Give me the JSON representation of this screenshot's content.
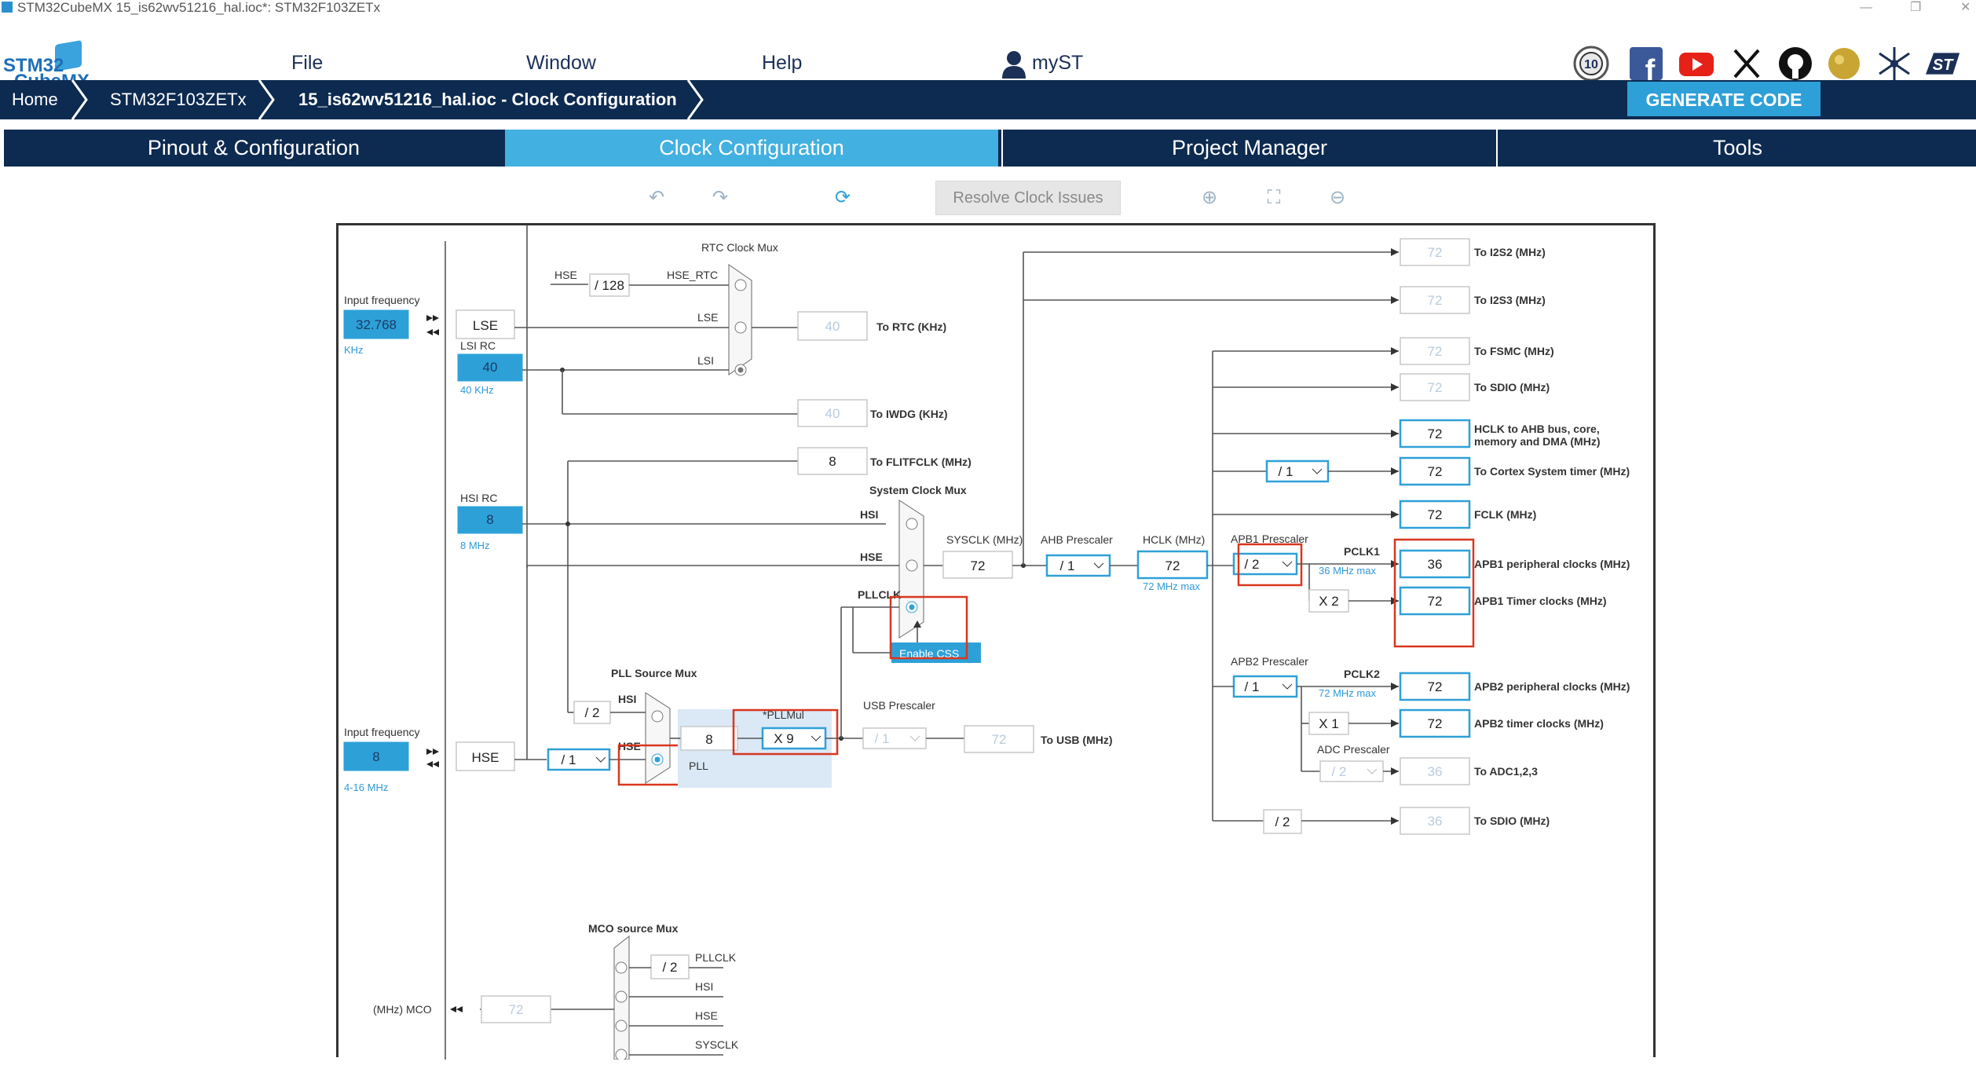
{
  "window": {
    "title": "STM32CubeMX 15_is62wv51216_hal.ioc*: STM32F103ZETx"
  },
  "logo": {
    "line1": "STM32",
    "line2": "CubeMX"
  },
  "menu": {
    "file": "File",
    "window": "Window",
    "help": "Help",
    "myst": "myST"
  },
  "breadcrumb": {
    "home": "Home",
    "device": "STM32F103ZETx",
    "project": "15_is62wv51216_hal.ioc - Clock Configuration"
  },
  "generate": "GENERATE CODE",
  "tabs": {
    "pinout": "Pinout & Configuration",
    "clock": "Clock Configuration",
    "project": "Project Manager",
    "tools": "Tools"
  },
  "toolbar": {
    "resolve": "Resolve Clock Issues"
  },
  "icons": [
    "undo-icon",
    "redo-icon",
    "refresh-icon",
    "zoom-in-icon",
    "fit-icon",
    "zoom-out-icon",
    "badge-10-icon",
    "facebook-icon",
    "youtube-icon",
    "x-icon",
    "github-icon",
    "community-icon",
    "network-icon",
    "st-logo-icon",
    "user-icon"
  ],
  "colors": {
    "navy": "#0d2a50",
    "accent": "#2ea0d8",
    "highlight": "#d9361e"
  },
  "diagram": {
    "rtc_mux": "RTC Clock Mux",
    "hse": "HSE",
    "hse_rtc": "HSE_RTC",
    "div128": "/ 128",
    "lse": "LSE",
    "lsi": "LSI",
    "input_frequency": "Input frequency",
    "lse_freq": "32.768",
    "khz": "KHz",
    "lse_label": "LSE",
    "lsi_rc": "LSI RC",
    "lsi_val": "40",
    "lsi_khz": "40 KHz",
    "rtc_val": "40",
    "to_rtc": "To RTC (KHz)",
    "iwdg_val": "40",
    "to_iwdg": "To IWDG (KHz)",
    "flit_val": "8",
    "to_flit": "To FLITFCLK (MHz)",
    "hsi_rc": "HSI RC",
    "hsi_val": "8",
    "hsi_mhz": "8 MHz",
    "sys_mux": "System Clock Mux",
    "hsi": "HSI",
    "pllclk": "PLLCLK",
    "enable_css": "Enable CSS",
    "sysclk_lbl": "SYSCLK (MHz)",
    "sysclk_val": "72",
    "ahb_lbl": "AHB Prescaler",
    "ahb_val": "/ 1",
    "hclk_lbl": "HCLK (MHz)",
    "hclk_val": "72",
    "hclk_max": "72 MHz max",
    "apb1_lbl": "APB1 Prescaler",
    "apb1_val": "/ 2",
    "pclk1": "PCLK1",
    "pclk1_max": "36 MHz max",
    "x2": "X 2",
    "apb2_lbl": "APB2 Prescaler",
    "apb2_val": "/ 1",
    "pclk2": "PCLK2",
    "pclk2_max": "72 MHz max",
    "x1": "X 1",
    "adc_lbl": "ADC Prescaler",
    "adc_val": "/ 2",
    "sdio_div": "/ 2",
    "cortex_div": "/ 1",
    "pll_src": "PLL Source Mux",
    "div2": "/ 2",
    "hse_in_freq": "8",
    "hse_range": "4-16 MHz",
    "hse_label": "HSE",
    "hse_div": "/ 1",
    "pll": "PLL",
    "pll_in": "8",
    "pllmul_lbl": "*PLLMul",
    "pllmul_val": "X 9",
    "usb_lbl": "USB Prescaler",
    "usb_div": "/ 1",
    "usb_val": "72",
    "to_usb": "To USB (MHz)",
    "mco_mux": "MCO source Mux",
    "mco_div": "/ 2",
    "mco_val": "72",
    "mco_lbl": "(MHz) MCO",
    "sysclk": "SYSCLK",
    "outputs": [
      {
        "val": "72",
        "label": "To I2S2 (MHz)"
      },
      {
        "val": "72",
        "label": "To I2S3 (MHz)"
      },
      {
        "val": "72",
        "label": "To FSMC (MHz)"
      },
      {
        "val": "72",
        "label": "To SDIO (MHz)"
      },
      {
        "val": "72",
        "label": "HCLK to AHB bus, core,",
        "label2": "memory and DMA (MHz)"
      },
      {
        "val": "72",
        "label": "To Cortex System timer (MHz)"
      },
      {
        "val": "72",
        "label": "FCLK (MHz)"
      },
      {
        "val": "36",
        "label": "APB1 peripheral clocks (MHz)"
      },
      {
        "val": "72",
        "label": "APB1 Timer clocks (MHz)"
      },
      {
        "val": "72",
        "label": "APB2 peripheral clocks (MHz)"
      },
      {
        "val": "72",
        "label": "APB2 timer clocks (MHz)"
      },
      {
        "val": "36",
        "label": "To ADC1,2,3"
      },
      {
        "val": "36",
        "label": "To SDIO (MHz)"
      }
    ]
  }
}
